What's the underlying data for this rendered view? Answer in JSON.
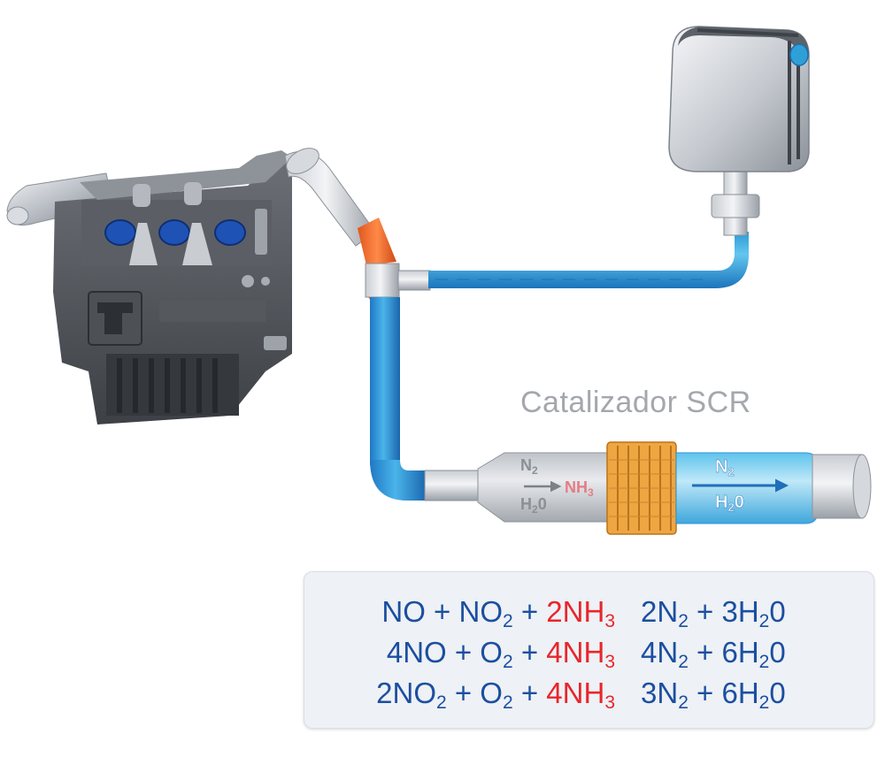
{
  "diagram": {
    "scr_label": "Catalizador SCR",
    "catalyst": {
      "inlet_top": "N",
      "inlet_top_sub": "2",
      "inlet_mid": "NH",
      "inlet_mid_sub": "3",
      "inlet_bottom": "H",
      "inlet_bottom_sub": "2",
      "inlet_bottom_end": "0",
      "outlet_top": "N",
      "outlet_top_sub": "2",
      "outlet_bottom": "H",
      "outlet_bottom_sub": "2",
      "outlet_bottom_end": "0"
    },
    "colors": {
      "adblue": "#2f9fd8",
      "exhaust_hot": "#f26a2e",
      "reagent_text": "#e8262b",
      "equation_text": "#1b4fa0"
    },
    "icons": [
      "engine-icon",
      "adblue-tank-icon",
      "scr-catalyst-icon",
      "exhaust-pipe-icon"
    ]
  },
  "equations": [
    {
      "lhs_a": "NO + NO",
      "lhs_a_sub": "2",
      "lhs_b": " + ",
      "reagent": "2NH",
      "reagent_sub": "3",
      "rhs_a": "2N",
      "rhs_a_sub": "2",
      "rhs_b": " + 3H",
      "rhs_b_sub": "2",
      "rhs_c": "0"
    },
    {
      "lhs_a": "4NO + O",
      "lhs_a_sub": "2",
      "lhs_b": " + ",
      "reagent": "4NH",
      "reagent_sub": "3",
      "rhs_a": "4N",
      "rhs_a_sub": "2",
      "rhs_b": " + 6H",
      "rhs_b_sub": "2",
      "rhs_c": "0"
    },
    {
      "lhs_a": "2NO",
      "lhs_a_sub": "2",
      "lhs_b": " + O",
      "lhs_b_sub": "2",
      "lhs_c": " + ",
      "reagent": "4NH",
      "reagent_sub": "3",
      "rhs_a": "3N",
      "rhs_a_sub": "2",
      "rhs_b": " + 6H",
      "rhs_b_sub": "2",
      "rhs_c": "0"
    }
  ]
}
